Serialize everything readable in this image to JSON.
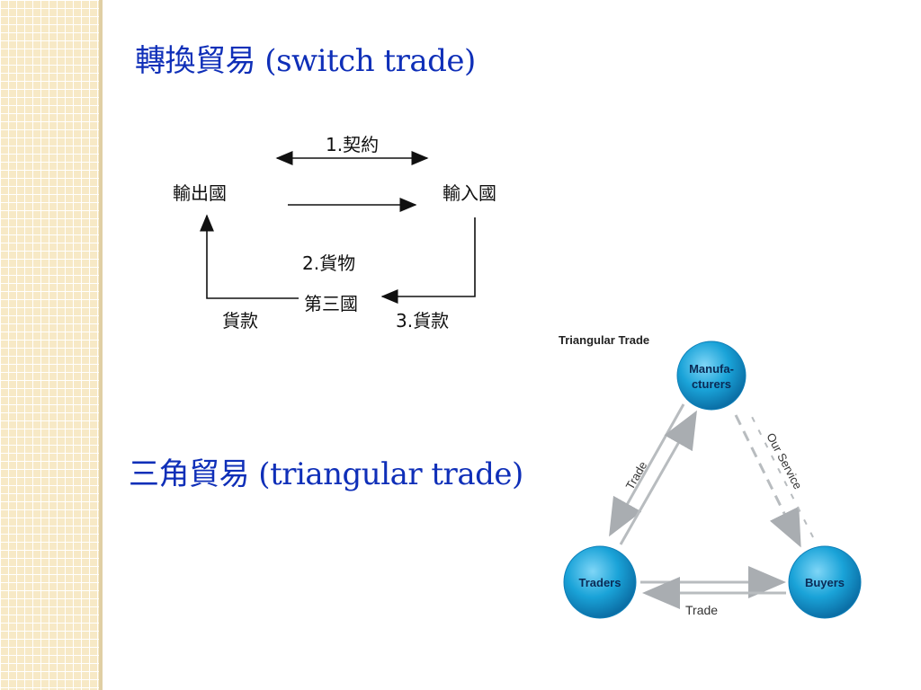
{
  "slide": {
    "title_switch": "轉換貿易 (switch trade)",
    "title_triangular": "三角貿易 (triangular trade)"
  },
  "switch_diagram": {
    "exporter": "輸出國",
    "importer": "輸入國",
    "third_country": "第三國",
    "step1_contract": "1.契約",
    "step2_goods": "2.貨物",
    "step3_payment": "3.貨款",
    "payment": "貨款"
  },
  "triangle_diagram": {
    "heading": "Triangular Trade",
    "node_manufacturers_line1": "Manufa-",
    "node_manufacturers_line2": "cturers",
    "node_traders": "Traders",
    "node_buyers": "Buyers",
    "edge_left_label": "Trade",
    "edge_bottom_label": "Trade",
    "edge_right_label": "Our Service",
    "colors": {
      "node": "#1aa3d8",
      "arrow": "#b8bcbf",
      "title": "#0f2fb8"
    }
  }
}
